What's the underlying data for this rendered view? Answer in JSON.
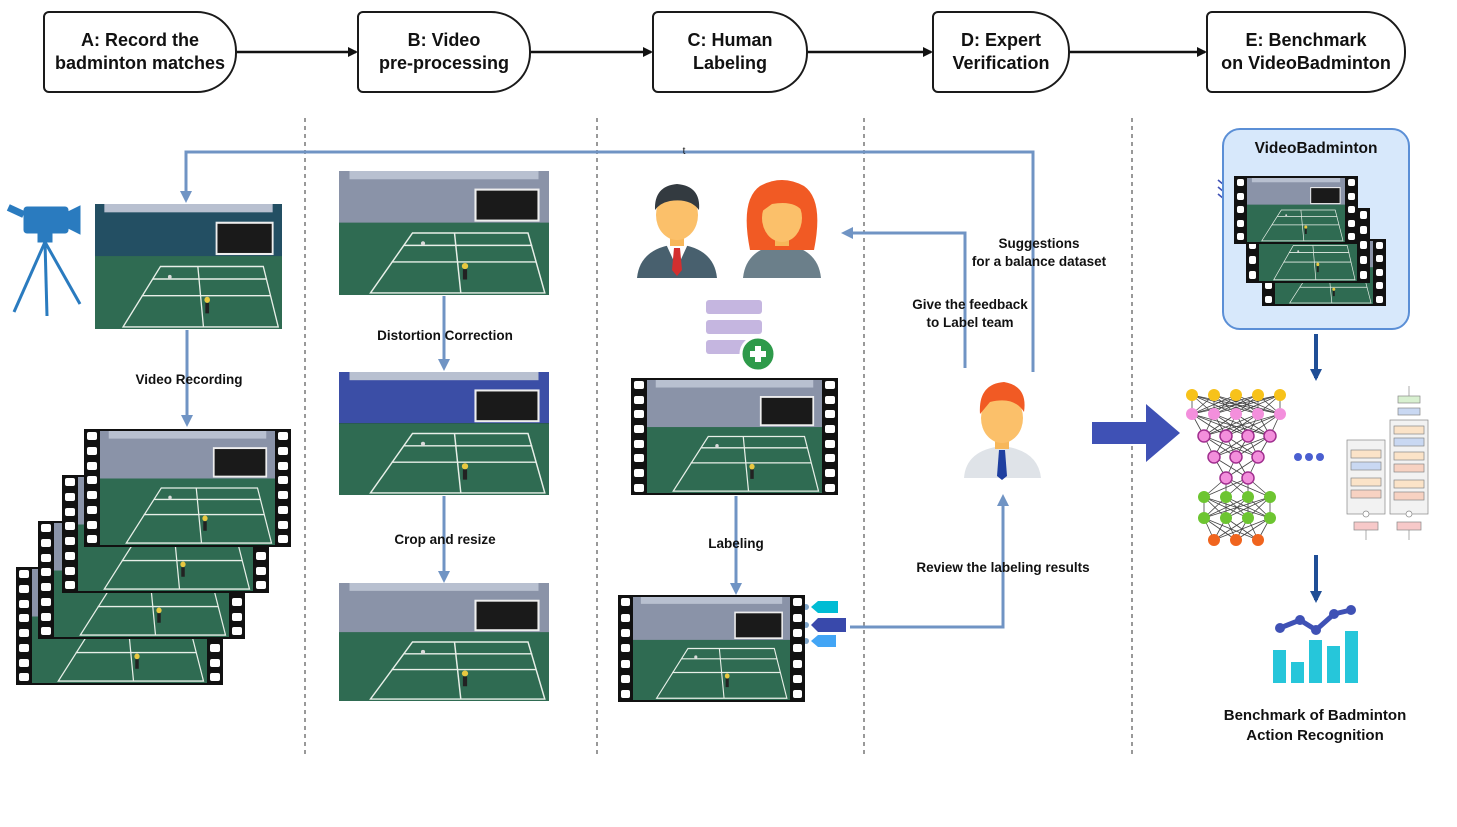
{
  "stages": [
    {
      "line1": "A: Record the",
      "line2": "badminton matches"
    },
    {
      "line1": "B: Video",
      "line2": "pre-processing"
    },
    {
      "line1": "C: Human",
      "line2": "Labeling"
    },
    {
      "line1": "D: Expert",
      "line2": "Verification"
    },
    {
      "line1": "E: Benchmark",
      "line2": "on VideoBadminton"
    }
  ],
  "labels": {
    "video_recording": "Video Recording",
    "distortion_correction": "Distortion Correction",
    "crop_resize": "Crop and resize",
    "labeling": "Labeling",
    "review": "Review the labeling results",
    "feedback_line1": "Give the feedback",
    "feedback_line2": "to Label team",
    "suggestions_line1": "Suggestions",
    "suggestions_line2": "for a balance dataset",
    "top_loop_mark": "t",
    "dataset_name": "VideoBadminton",
    "benchmark_line1": "Benchmark of Badminton",
    "benchmark_line2": "Action Recognition"
  },
  "colors": {
    "flow_arrow": "#7094c4",
    "stage_arrow": "#111111",
    "big_arrow": "#3f51b5",
    "court_green": "#2f6b52",
    "dataset_panel": "#d7e8fb"
  },
  "icons": [
    "camera-tripod-icon",
    "male-annotator-icon",
    "female-annotator-icon",
    "database-add-icon",
    "label-tags-icon",
    "expert-icon",
    "neural-network-icon",
    "transformer-diagram-icon",
    "bar-chart-icon"
  ]
}
